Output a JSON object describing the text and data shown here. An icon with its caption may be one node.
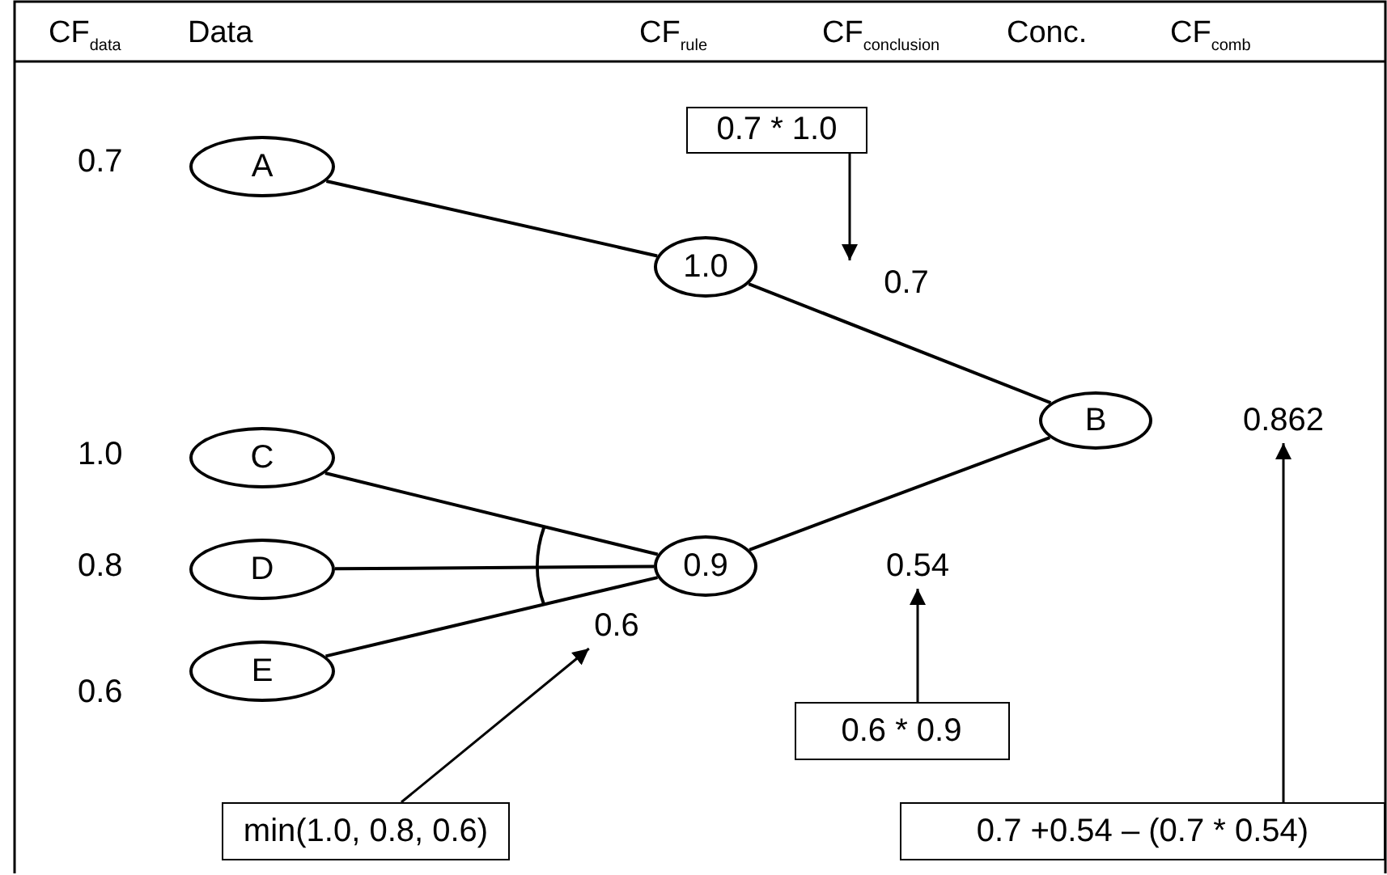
{
  "diagram": {
    "nodes": [
      {
        "text": [
          "A"
        ],
        "beside": [
          "0.7"
        ]
      },
      {
        "text": [
          "C"
        ],
        "beside": [
          "1.0"
        ]
      },
      {
        "text": [
          "D"
        ],
        "beside": [
          "0.8"
        ]
      },
      {
        "text": [
          "E"
        ],
        "beside": [
          "0.6"
        ]
      },
      {
        "text": [
          "1.0"
        ]
      },
      {
        "text": [
          "0.9"
        ]
      },
      {
        "text": [
          "B"
        ]
      },
      {
        "text": [
          "0.7 * 1.0"
        ]
      },
      {
        "text": [
          "0.7"
        ]
      },
      {
        "text": [
          "0.6 * 0.9"
        ]
      },
      {
        "text": [
          "0.54"
        ]
      },
      {
        "text": [
          "min(1.0, 0.8, 0.6)"
        ]
      },
      {
        "text": [
          "0.6"
        ]
      },
      {
        "text": [
          "0.7 +0.54 – (0.7 * 0.54)"
        ]
      },
      {
        "text": [
          "0.862"
        ]
      }
    ],
    "edges": [
      {
        "from": 0,
        "to": 4,
        "arrow": "none"
      },
      {
        "from": 1,
        "to": 5,
        "arrow": "none"
      },
      {
        "from": 2,
        "to": 5,
        "arrow": "none"
      },
      {
        "from": 3,
        "to": 5,
        "arrow": "none"
      },
      {
        "from": 4,
        "to": 6,
        "arrow": "none"
      },
      {
        "from": 5,
        "to": 6,
        "arrow": "none"
      },
      {
        "from": 7,
        "to": 8,
        "arrow": "to"
      },
      {
        "from": 9,
        "to": 10,
        "arrow": "to"
      },
      {
        "from": 11,
        "to": 12,
        "arrow": "to"
      },
      {
        "from": 13,
        "to": 14,
        "arrow": "to"
      }
    ],
    "labels": [
      "CF$_{data}$",
      "Data",
      "CF$_{rule}$",
      "CF$_{conclusion}$",
      "Conc.",
      "CF$_{comb}$"
    ]
  }
}
